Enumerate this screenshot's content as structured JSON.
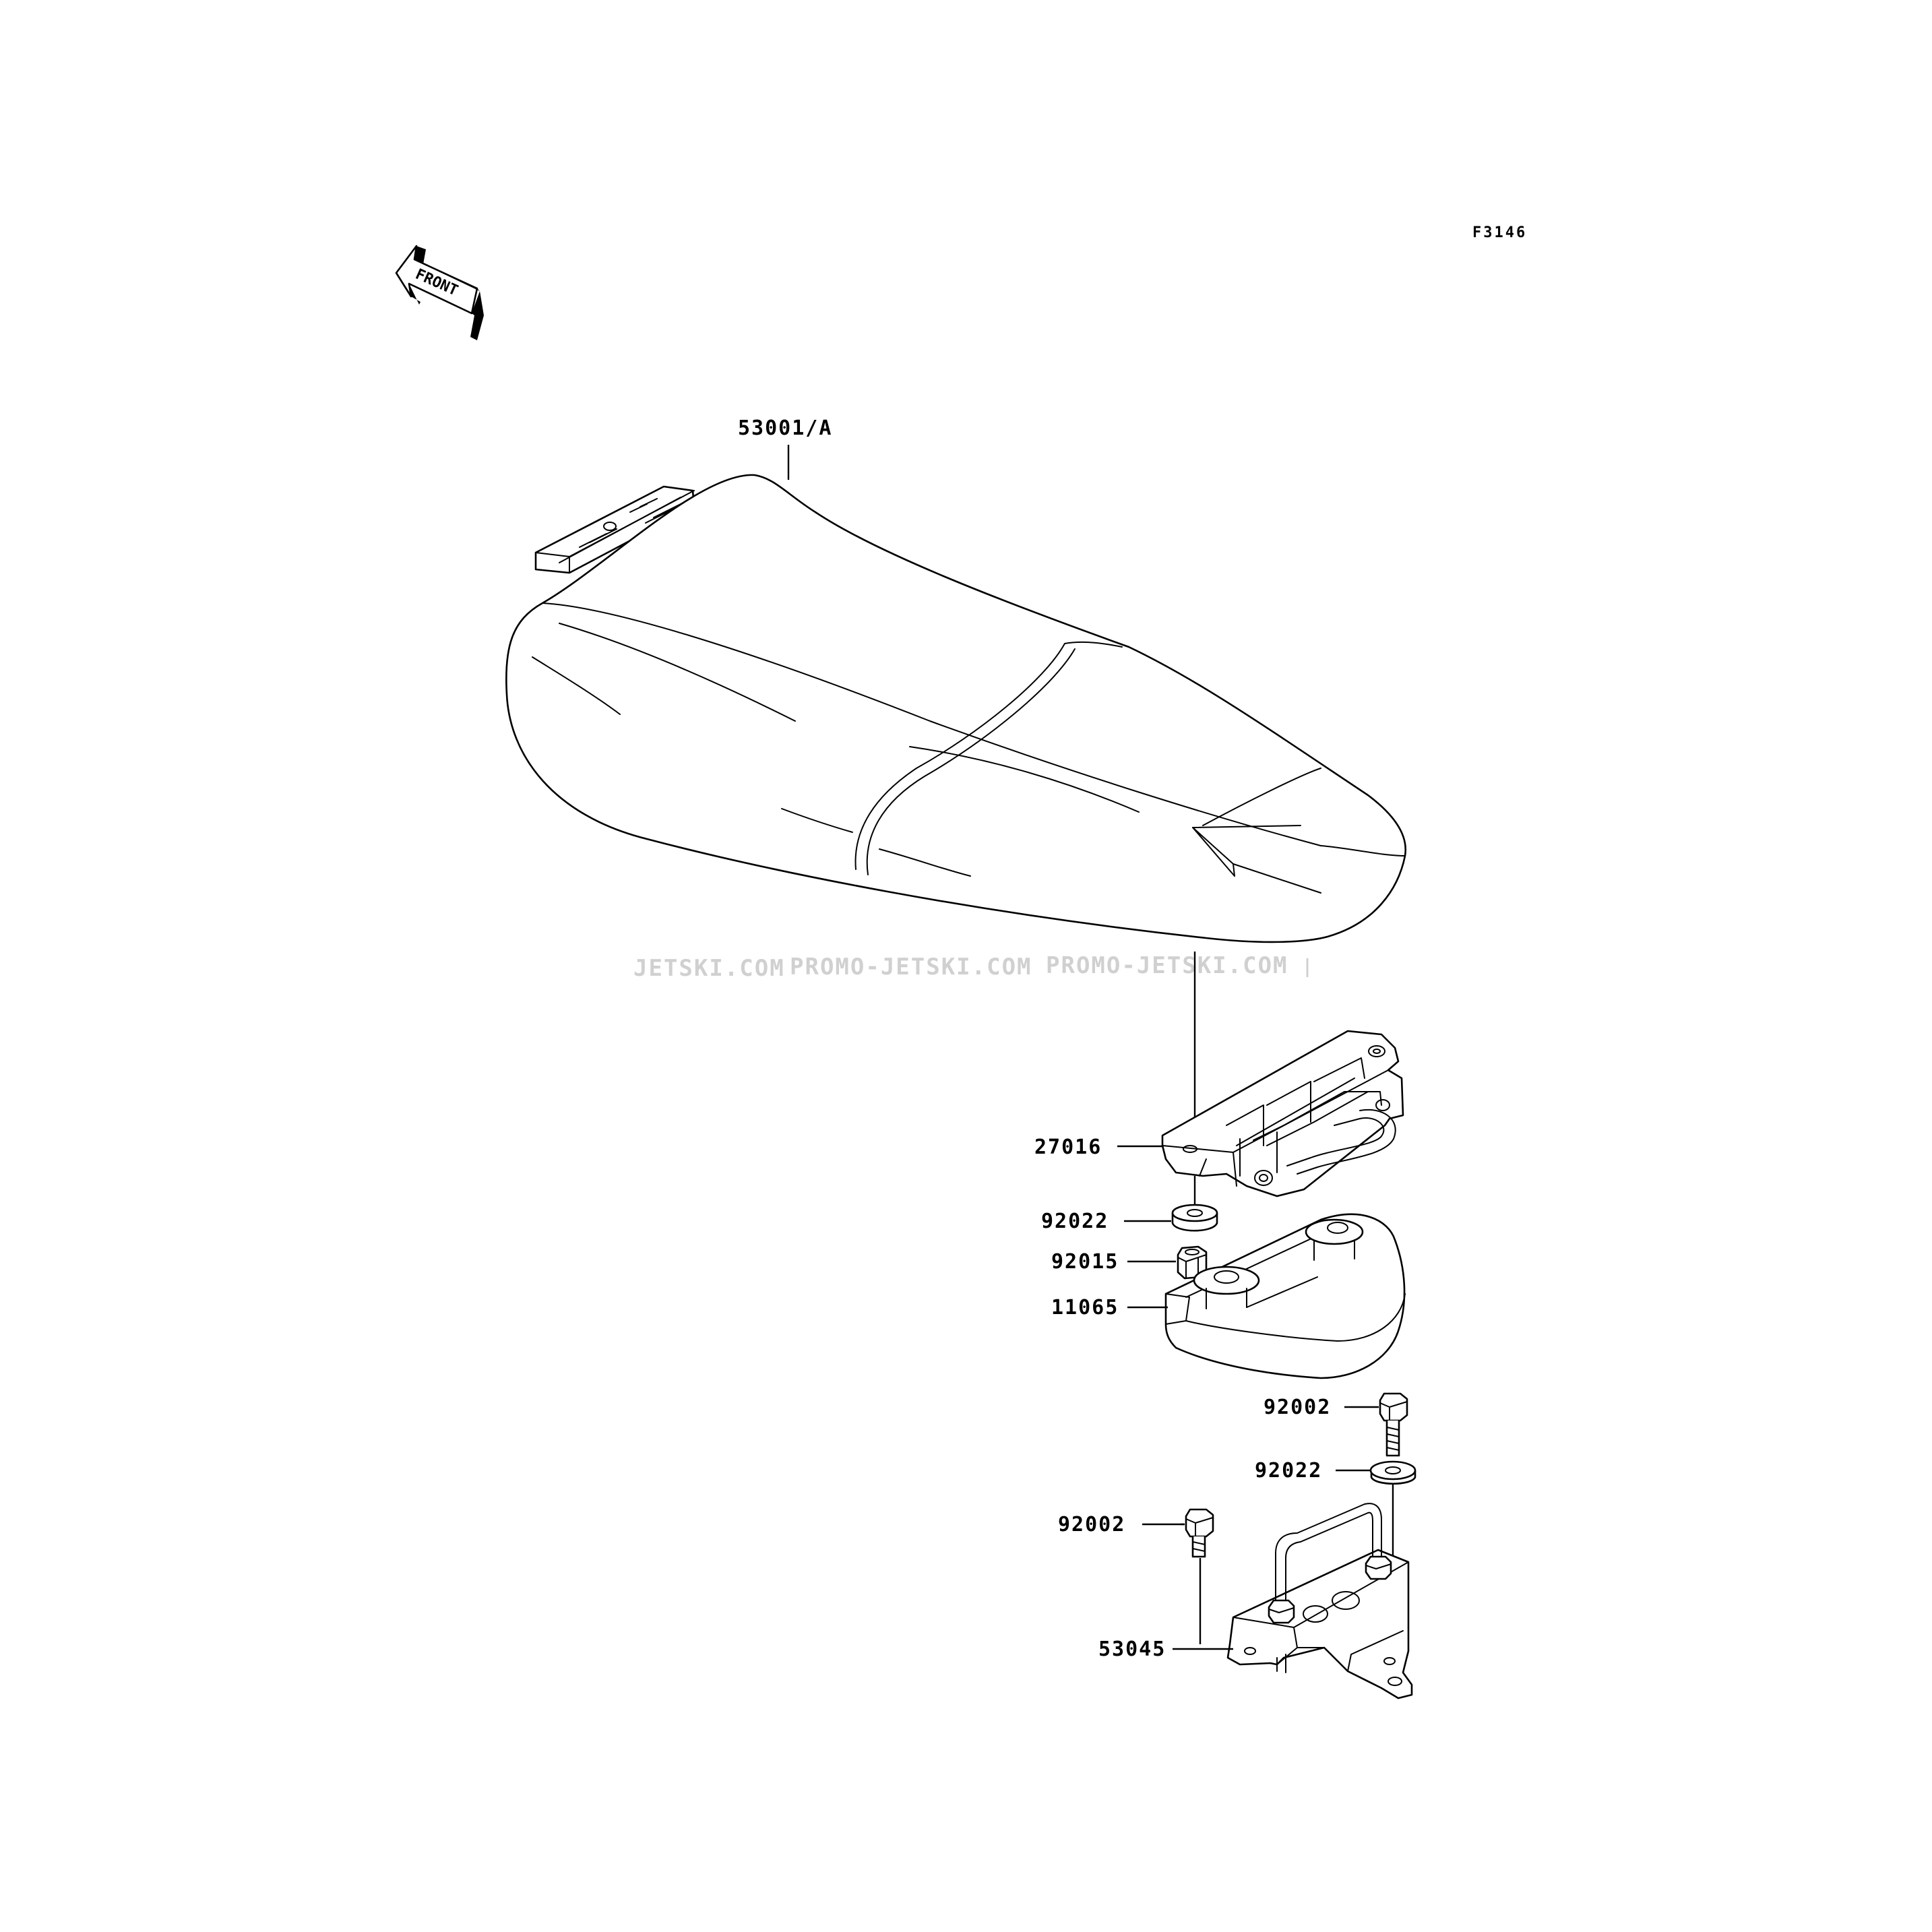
{
  "figure": {
    "code": "F3146"
  },
  "orientation": {
    "front_label": "FRONT"
  },
  "watermark": {
    "text1": "JETSKI.COM",
    "text2": "PROMO-JETSKI.COM",
    "text3": "PROMO-JETSKI.COM"
  },
  "parts": {
    "seat": "53001/A",
    "seat_bracket": "27016",
    "washer_upper": "92022",
    "nut": "92015",
    "pad": "11065",
    "bolt_right": "92002",
    "washer_lower": "92022",
    "bolt_left": "92002",
    "stay": "53045"
  }
}
